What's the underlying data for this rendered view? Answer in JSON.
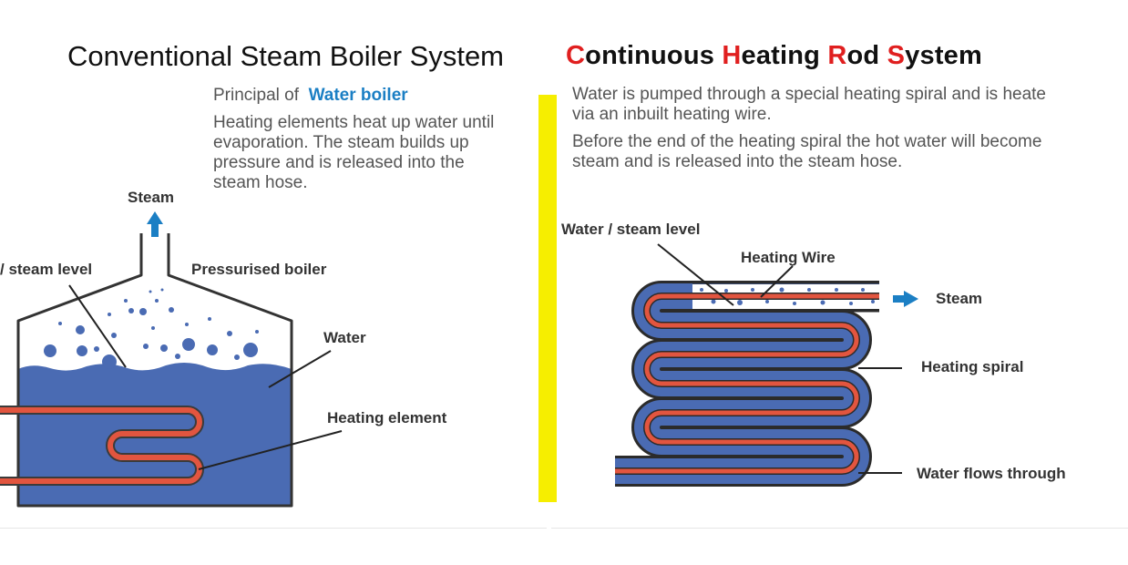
{
  "left": {
    "title": "Conventional Steam Boiler System",
    "principal_prefix": "Principal of",
    "principal_highlight": "Water boiler",
    "description": [
      "Heating elements heat up water until",
      "evaporation. The steam builds up",
      "pressure and is released into the",
      "steam hose."
    ],
    "labels": {
      "steam": "Steam",
      "level": "/ steam level",
      "boiler": "Pressurised boiler",
      "water": "Water",
      "element": "Heating element"
    }
  },
  "right": {
    "title_parts": [
      {
        "text": "C",
        "accent": true
      },
      {
        "text": "ontinuous ",
        "accent": false
      },
      {
        "text": "H",
        "accent": true
      },
      {
        "text": "eating ",
        "accent": false
      },
      {
        "text": "R",
        "accent": true
      },
      {
        "text": "od ",
        "accent": false
      },
      {
        "text": "S",
        "accent": true
      },
      {
        "text": "ystem",
        "accent": false
      }
    ],
    "paragraph1": [
      "Water is pumped through a special heating spiral and is heate",
      "via an inbuilt heating wire."
    ],
    "paragraph2": [
      "Before the end of the heating spiral the hot water will become",
      "steam and is released into the steam hose."
    ],
    "labels": {
      "level": "Water / steam level",
      "wire": "Heating Wire",
      "steam": "Steam",
      "spiral": "Heating spiral",
      "flows": "Water flows through"
    }
  },
  "colors": {
    "accent_red": "#e01f1f",
    "water_blue": "#4a6bb3",
    "heater_red": "#e2553f",
    "arrow_blue": "#1b7fc4",
    "divider_yellow": "#f6ee00"
  }
}
